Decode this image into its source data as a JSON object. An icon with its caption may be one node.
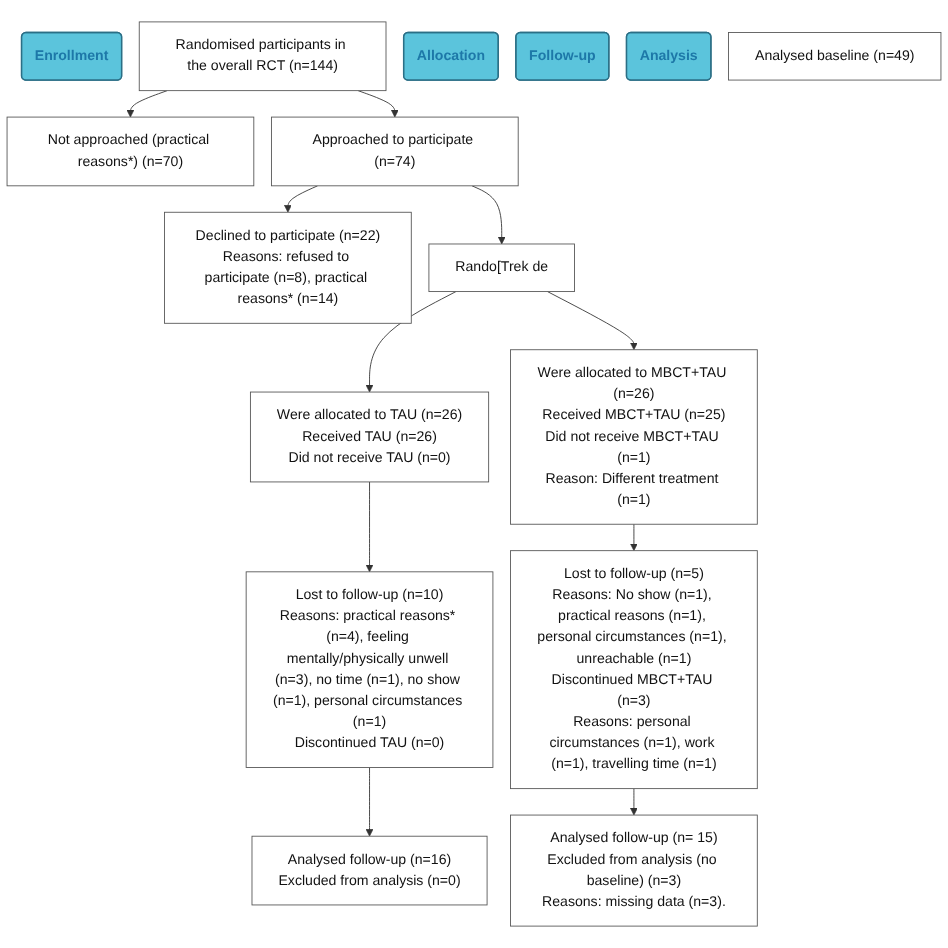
{
  "diagram": {
    "nodes": [
      {
        "text": [
          "Enrollment"
        ]
      },
      {
        "text": [
          "Randomised participants in the overall RCT (n=144)"
        ]
      },
      {
        "text": [
          "Not approached (practical reasons*) (n=70)"
        ]
      },
      {
        "text": [
          "Approached to participate (n=74)"
        ]
      },
      {
        "text": [
          "Declined to participate (n=22)",
          "Reasons: refused to participate (n=8), practical reasons* (n=14)"
        ]
      },
      {
        "text": [
          "Rando[Trek de"
        ]
      },
      {
        "text": [
          "Were allocated to TAU (n=26)",
          "Received TAU (n=26)",
          "Did not receive TAU (n=0)"
        ]
      },
      {
        "text": [
          "Allocation"
        ]
      },
      {
        "text": [
          "Were allocated to MBCT+TAU (n=26)",
          "Received MBCT+TAU (n=25)",
          "Did not receive MBCT+TAU (n=1)",
          "Reason: Different treatment (n=1)"
        ]
      },
      {
        "text": [
          "Lost to follow-up (n=10)",
          "Reasons: practical reasons* (n=4), feeling mentally/physically unwell (n=3), no time (n=1), no show (n=1), personal circumstances (n=1)",
          "Discontinued TAU (n=0)"
        ]
      },
      {
        "text": [
          "Follow-up"
        ]
      },
      {
        "text": [
          "Lost to follow-up (n=5)",
          "Reasons: No show (n=1), practical reasons (n=1), personal circumstances (n=1), unreachable (n=1)",
          "Discontinued MBCT+TAU (n=3)",
          "Reasons: personal circumstances (n=1), work (n=1), travelling time (n=1)"
        ]
      },
      {
        "text": [
          "Analysed follow-up (n=16)",
          "Excluded from analysis (n=0)"
        ]
      },
      {
        "text": [
          "Analysis"
        ]
      },
      {
        "text": [
          "Analysed follow-up (n= 15)",
          "Excluded from analysis (no baseline) (n=3)",
          "Reasons: missing data (n=3)."
        ]
      },
      {
        "text": [
          "Analysed baseline (n=49)"
        ]
      }
    ],
    "edges": [
      {
        "from": 1,
        "to": 3,
        "arrow": "to"
      },
      {
        "from": 1,
        "to": 2,
        "arrow": "to"
      },
      {
        "from": 3,
        "to": 5,
        "arrow": "to"
      },
      {
        "from": 3,
        "to": 4,
        "arrow": "to"
      },
      {
        "from": 5,
        "to": 6,
        "arrow": "to"
      },
      {
        "from": 5,
        "to": 8,
        "arrow": "to"
      },
      {
        "from": 6,
        "to": 9,
        "arrow": "to"
      },
      {
        "from": 8,
        "to": 11,
        "arrow": "to"
      },
      {
        "from": 9,
        "to": 12,
        "arrow": "to"
      },
      {
        "from": 11,
        "to": 14,
        "arrow": "to"
      }
    ]
  }
}
